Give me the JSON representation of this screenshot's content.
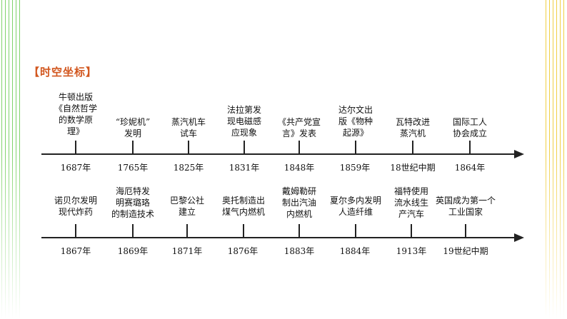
{
  "section_title": "【时空坐标】",
  "timeline_1": {
    "events": [
      {
        "text": "牛顿出版\n《自然哲学\n的数学原\n理》",
        "year": "1687年"
      },
      {
        "text": "“珍妮机”\n发明",
        "year": "1765年"
      },
      {
        "text": "蒸汽机车\n试车",
        "year": "1825年"
      },
      {
        "text": "法拉第发\n现电磁感\n应现象",
        "year": "1831年"
      },
      {
        "text": "《共产党宣\n言》发表",
        "year": "1848年"
      },
      {
        "text": "达尔文出\n版《物种\n起源》",
        "year": "1859年"
      },
      {
        "text": "瓦特改进\n蒸汽机",
        "year": "18世纪中期"
      },
      {
        "text": "国际工人\n协会成立",
        "year": "1864年"
      }
    ]
  },
  "timeline_2": {
    "events": [
      {
        "text": "诺贝尔发明\n现代炸药",
        "year": "1867年"
      },
      {
        "text": "海厄特发\n明赛璐珞\n的制造技术",
        "year": "1869年"
      },
      {
        "text": "巴黎公社\n建立",
        "year": "1871年"
      },
      {
        "text": "奥托制造出\n煤气内燃机",
        "year": "1876年"
      },
      {
        "text": "戴姆勒研\n制出汽油\n内燃机",
        "year": "1883年"
      },
      {
        "text": "夏尔多内发明\n人造纤维",
        "year": "1884年"
      },
      {
        "text": "福特使用\n流水线生\n产汽车",
        "year": "1913年"
      },
      {
        "text": "英国成为第一个\n工业国家",
        "year": "19世纪中期"
      }
    ]
  },
  "colors": {
    "title": "#d2571f",
    "axis": "#222222",
    "stripe_left": "#7fd36a",
    "stripe_right": "#f0cf45"
  }
}
